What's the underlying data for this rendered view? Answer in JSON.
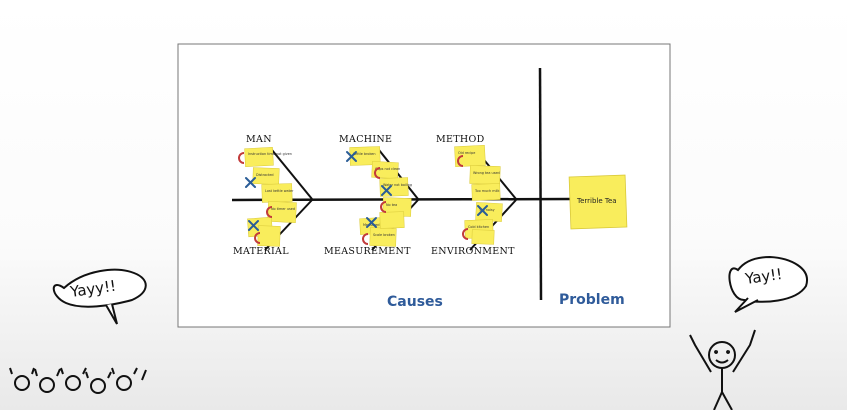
{
  "diagram": {
    "categories_top": [
      "MAN",
      "MACHINE",
      "METHOD"
    ],
    "categories_bottom": [
      "MATERIAL",
      "MEASUREMENT",
      "ENVIRONMENT"
    ],
    "effect_note": "Terrible Tea",
    "causes_label": "Causes",
    "problem_label": "Problem"
  },
  "people": {
    "left_bubble": "Yayy!!",
    "right_bubble": "Yay!!"
  },
  "note_snippets": [
    "Instruction time not given",
    "Distracted",
    "Lost kettle water",
    "No timer used",
    "Kettle broken",
    "Cups not clean",
    "Water not boiling",
    "No tea",
    "Old recipe",
    "Wrong tea used",
    "Too much milk",
    "Measured wrong",
    "Scale broken",
    "Too noisy",
    "Cold kitchen"
  ],
  "colors": {
    "sticky": "#f9ed5c",
    "causes_text": "#2f5b9a",
    "x_mark": "#2b5d97",
    "c_mark": "#c23b3b"
  }
}
